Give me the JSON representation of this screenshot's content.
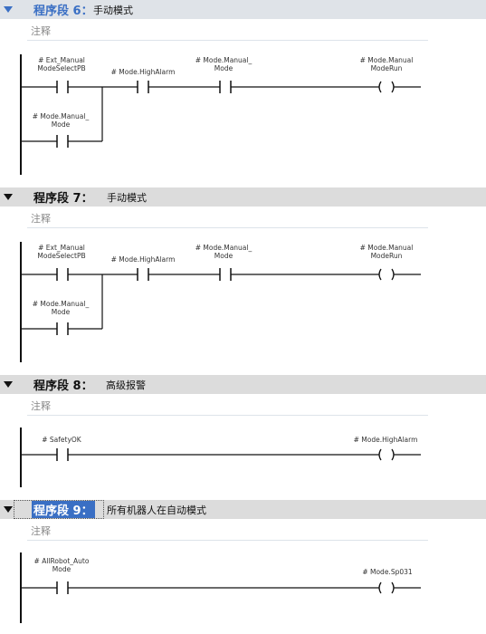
{
  "networks": [
    {
      "header": {
        "label": "程序段 6：",
        "title": "手动模式",
        "style": "blue"
      },
      "comment": "注释",
      "tags": {
        "c1": "# Ext_Manual",
        "c1b": "ModeSelectPB",
        "c2": "# Mode.HighAlarm",
        "c3": "# Mode.Manual_",
        "c3b": "Mode",
        "coil": "# Mode.Manual",
        "coilb": "ModeRun",
        "branch": "# Mode.Manual_",
        "branchb": "Mode"
      }
    },
    {
      "header": {
        "label": "程序段 7：",
        "title": "手动模式",
        "style": "normal"
      },
      "comment": "注释",
      "tags": {
        "c1": "# Ext_Manual",
        "c1b": "ModeSelectPB",
        "c2": "# Mode.HighAlarm",
        "c3": "# Mode.Manual_",
        "c3b": "Mode",
        "coil": "# Mode.Manual",
        "coilb": "ModeRun",
        "branch": "# Mode.Manual_",
        "branchb": "Mode"
      }
    },
    {
      "header": {
        "label": "程序段 8：",
        "title": "高级报警",
        "style": "normal"
      },
      "comment": "注释",
      "tags": {
        "c1": "# SafetyOK",
        "coil": "# Mode.HighAlarm"
      }
    },
    {
      "header": {
        "label": "程序段 9：",
        "title": "所有机器人在自动模式",
        "style": "selected"
      },
      "comment": "注释",
      "tags": {
        "c1": "# AllRobot_Auto",
        "c1b": "Mode",
        "coil": "# Mode.Sp031"
      }
    }
  ]
}
